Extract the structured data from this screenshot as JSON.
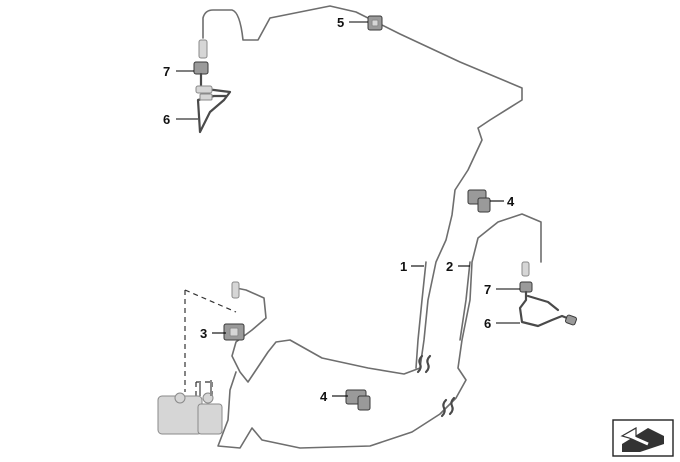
{
  "callouts": {
    "c1": "1",
    "c2": "2",
    "c3": "3",
    "c4a": "4",
    "c4b": "4",
    "c5": "5",
    "c6a": "6",
    "c6b": "6",
    "c7a": "7",
    "c7b": "7"
  },
  "icons": {
    "nav": "arrow-icon"
  }
}
